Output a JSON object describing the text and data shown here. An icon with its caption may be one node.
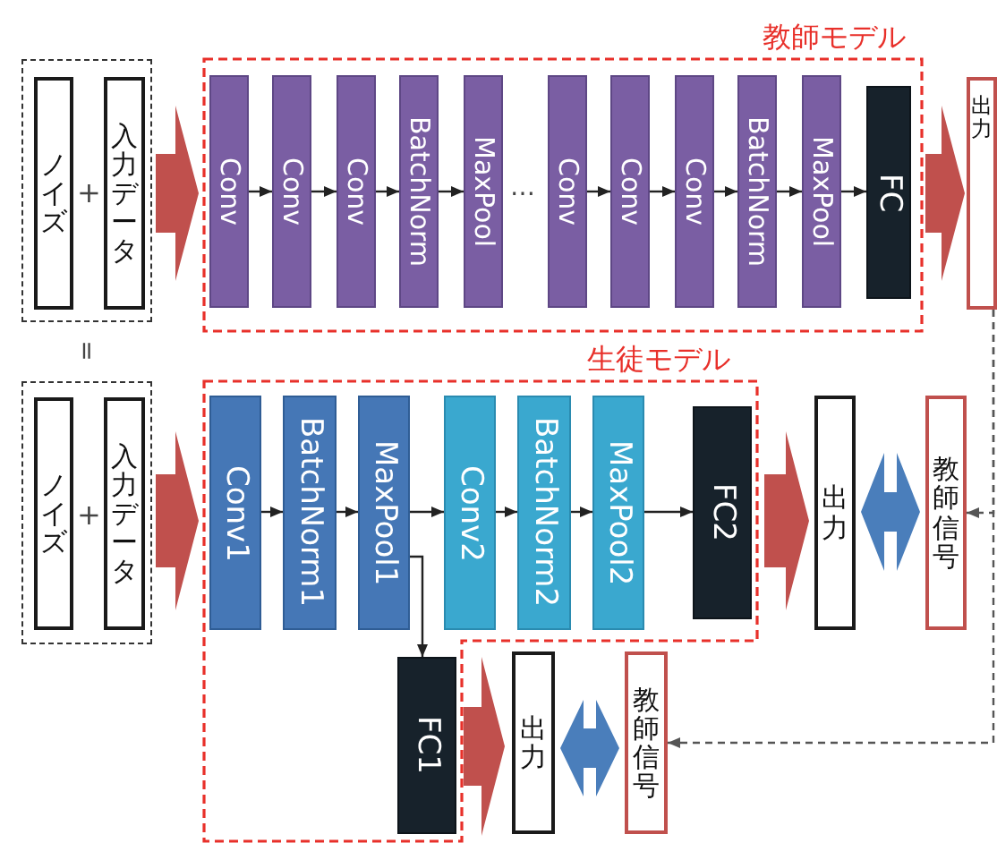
{
  "diagram": {
    "nodes": [
      {
        "text": [],
        "shape": "box"
      },
      {
        "text": [
          "ノイズ"
        ],
        "in": 0
      },
      {
        "text": [
          "入力データ"
        ],
        "in": 0
      },
      {
        "text": [
          "教師モデル"
        ]
      },
      {
        "text": [
          "Conv"
        ],
        "in": 3
      },
      {
        "text": [
          "Conv"
        ],
        "in": 3
      },
      {
        "text": [
          "Conv"
        ],
        "in": 3
      },
      {
        "text": [
          "BatchNorm"
        ],
        "in": 3
      },
      {
        "text": [
          "MaxPool"
        ],
        "in": 3
      },
      {
        "text": [
          "Conv"
        ],
        "in": 3
      },
      {
        "text": [
          "Conv"
        ],
        "in": 3
      },
      {
        "text": [
          "Conv"
        ],
        "in": 3
      },
      {
        "text": [
          "BatchNorm"
        ],
        "in": 3
      },
      {
        "text": [
          "MaxPool"
        ],
        "in": 3
      },
      {
        "text": [
          "FC"
        ],
        "in": 3
      },
      {
        "text": [
          "出力"
        ]
      },
      {
        "text": [],
        "shape": "box"
      },
      {
        "text": [
          "ノイズ"
        ],
        "in": 16
      },
      {
        "text": [
          "入力データ"
        ],
        "in": 16
      },
      {
        "text": [
          "生徒モデル"
        ]
      },
      {
        "text": [
          "Conv1"
        ],
        "in": 19
      },
      {
        "text": [
          "BatchNorm1"
        ],
        "in": 19
      },
      {
        "text": [
          "MaxPool1"
        ],
        "in": 19
      },
      {
        "text": [
          "Conv2"
        ],
        "in": 19
      },
      {
        "text": [
          "BatchNorm2"
        ],
        "in": 19
      },
      {
        "text": [
          "MaxPool2"
        ],
        "in": 19
      },
      {
        "text": [
          "FC2"
        ],
        "in": 19
      },
      {
        "text": [
          "FC1"
        ],
        "in": 19
      },
      {
        "text": [
          "出力"
        ]
      },
      {
        "text": [
          "教師信号"
        ]
      },
      {
        "text": [
          "出力"
        ]
      },
      {
        "text": [
          "教師信号"
        ]
      }
    ],
    "edges": [
      {
        "from": 0,
        "to": 3,
        "arrow": "to",
        "style": "thick",
        "color": "#c0504d"
      },
      {
        "from": 3,
        "to": 15,
        "arrow": "to",
        "style": "thick",
        "color": "#c0504d"
      },
      {
        "from": 4,
        "to": 5,
        "arrow": "to"
      },
      {
        "from": 5,
        "to": 6,
        "arrow": "to"
      },
      {
        "from": 6,
        "to": 7,
        "arrow": "to"
      },
      {
        "from": 7,
        "to": 8,
        "arrow": "to"
      },
      {
        "from": 9,
        "to": 10,
        "arrow": "to"
      },
      {
        "from": 10,
        "to": 11,
        "arrow": "to"
      },
      {
        "from": 11,
        "to": 12,
        "arrow": "to"
      },
      {
        "from": 12,
        "to": 13,
        "arrow": "to"
      },
      {
        "from": 13,
        "to": 14,
        "arrow": "to"
      },
      {
        "from": 16,
        "to": 19,
        "arrow": "to",
        "style": "thick",
        "color": "#c0504d"
      },
      {
        "from": 20,
        "to": 21,
        "arrow": "to"
      },
      {
        "from": 21,
        "to": 22,
        "arrow": "to"
      },
      {
        "from": 22,
        "to": 23,
        "arrow": "to"
      },
      {
        "from": 23,
        "to": 24,
        "arrow": "to"
      },
      {
        "from": 24,
        "to": 25,
        "arrow": "to"
      },
      {
        "from": 25,
        "to": 26,
        "arrow": "to"
      },
      {
        "from": 22,
        "to": 27,
        "arrow": "to"
      },
      {
        "from": 19,
        "to": 28,
        "arrow": "to",
        "style": "thick",
        "color": "#c0504d"
      },
      {
        "from": 28,
        "to": 29,
        "arrow": "both",
        "style": "thick",
        "color": "#4a7ebb"
      },
      {
        "from": 15,
        "to": 29,
        "arrow": "to",
        "style": "dashed"
      },
      {
        "from": 15,
        "to": 31,
        "arrow": "to",
        "style": "dashed"
      },
      {
        "from": 27,
        "to": 30,
        "arrow": "to",
        "style": "thick",
        "color": "#c0504d"
      },
      {
        "from": 30,
        "to": 31,
        "arrow": "both",
        "style": "thick",
        "color": "#4a7ebb"
      }
    ],
    "labels": [
      "+",
      "…",
      "=",
      "+"
    ]
  }
}
